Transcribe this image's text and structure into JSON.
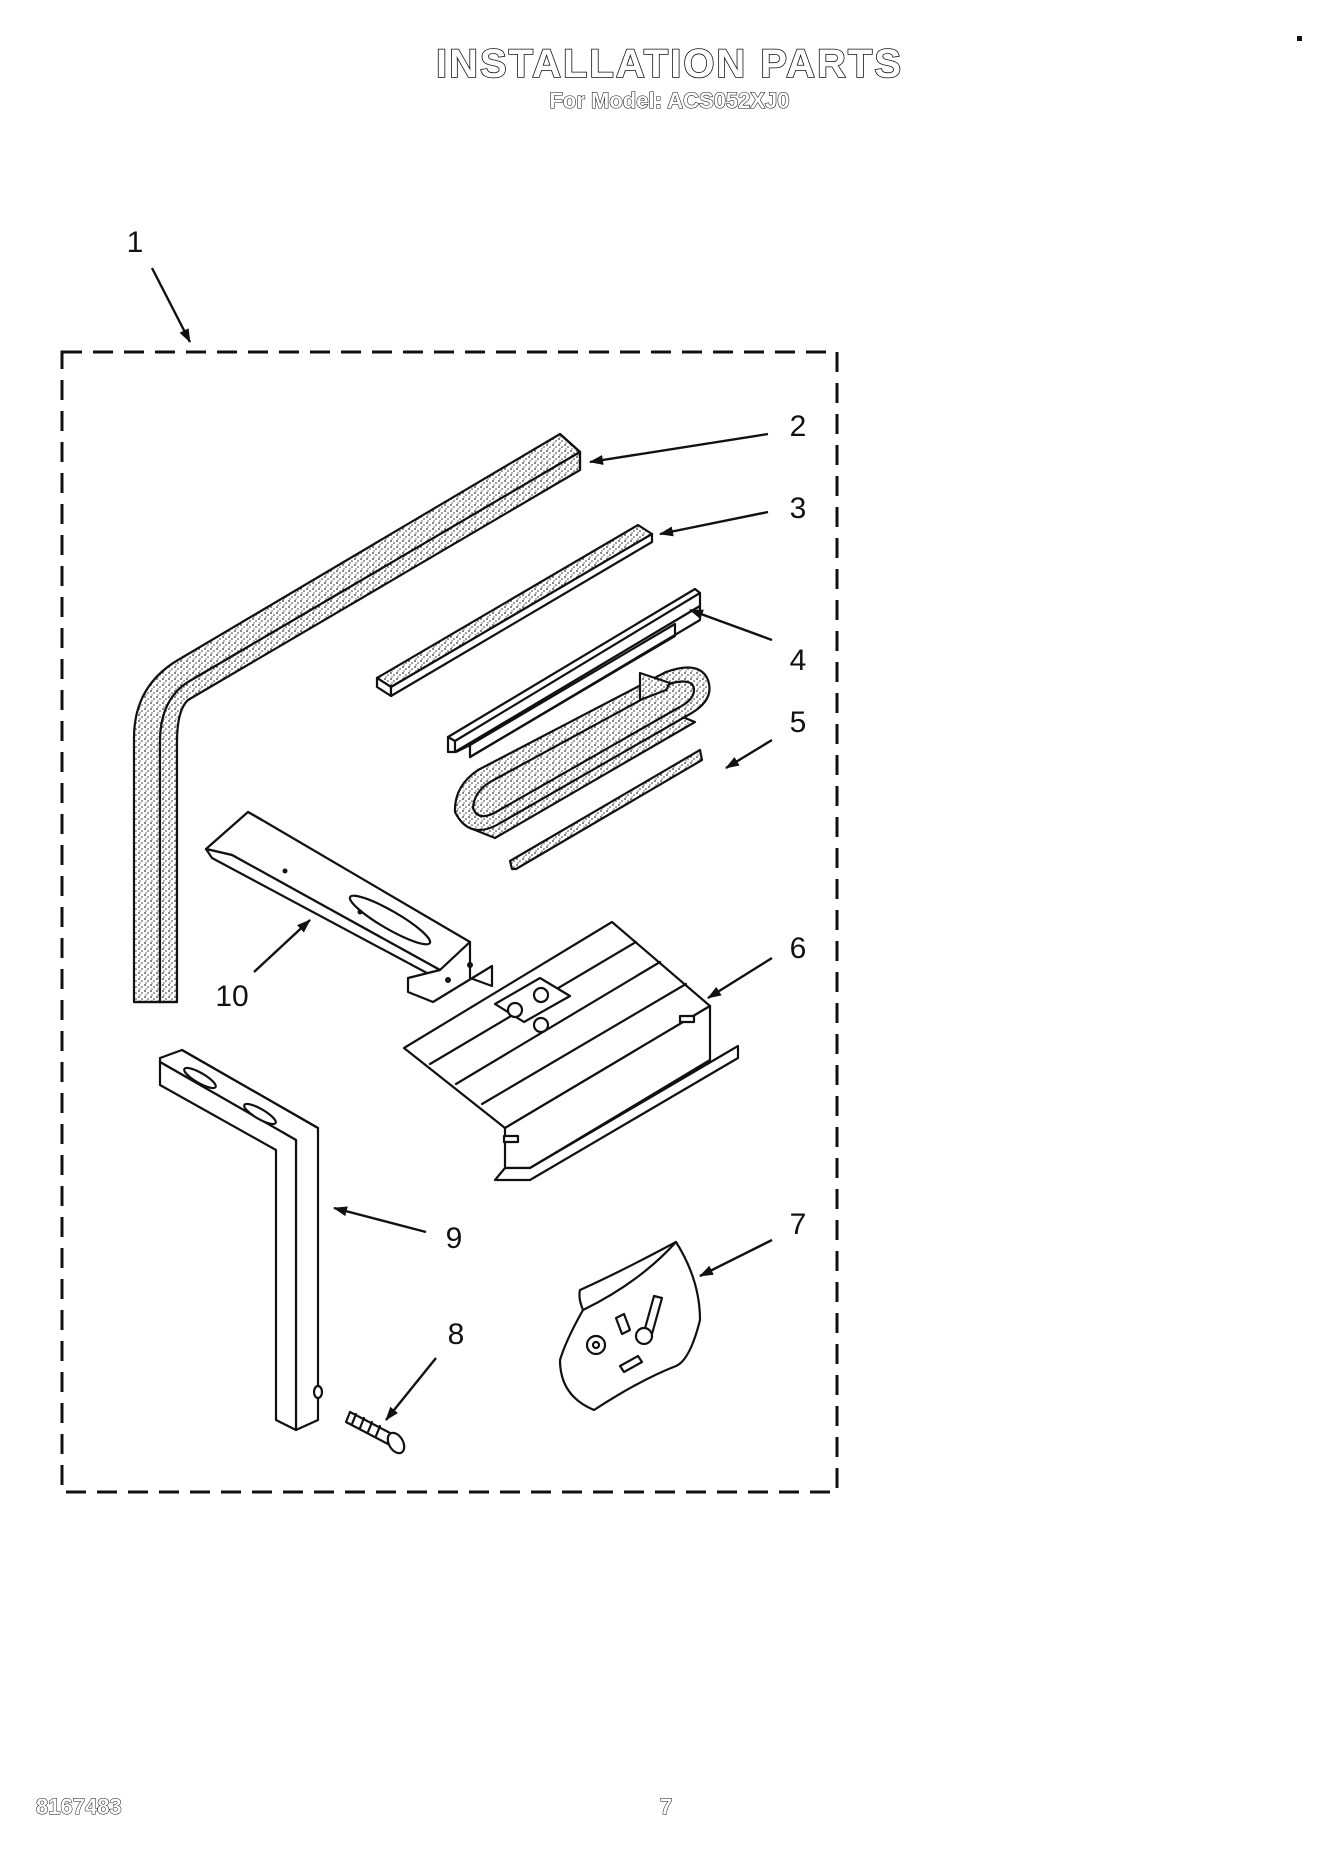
{
  "header": {
    "title": "INSTALLATION PARTS",
    "subtitle": "For Model: ACS052XJ0"
  },
  "diagram": {
    "callouts": [
      {
        "id": "1",
        "label": "1"
      },
      {
        "id": "2",
        "label": "2"
      },
      {
        "id": "3",
        "label": "3"
      },
      {
        "id": "4",
        "label": "4"
      },
      {
        "id": "5",
        "label": "5"
      },
      {
        "id": "6",
        "label": "6"
      },
      {
        "id": "7",
        "label": "7"
      },
      {
        "id": "8",
        "label": "8"
      },
      {
        "id": "9",
        "label": "9"
      },
      {
        "id": "10",
        "label": "10"
      }
    ]
  },
  "footer": {
    "document_number": "8167483",
    "page_number": "7"
  }
}
